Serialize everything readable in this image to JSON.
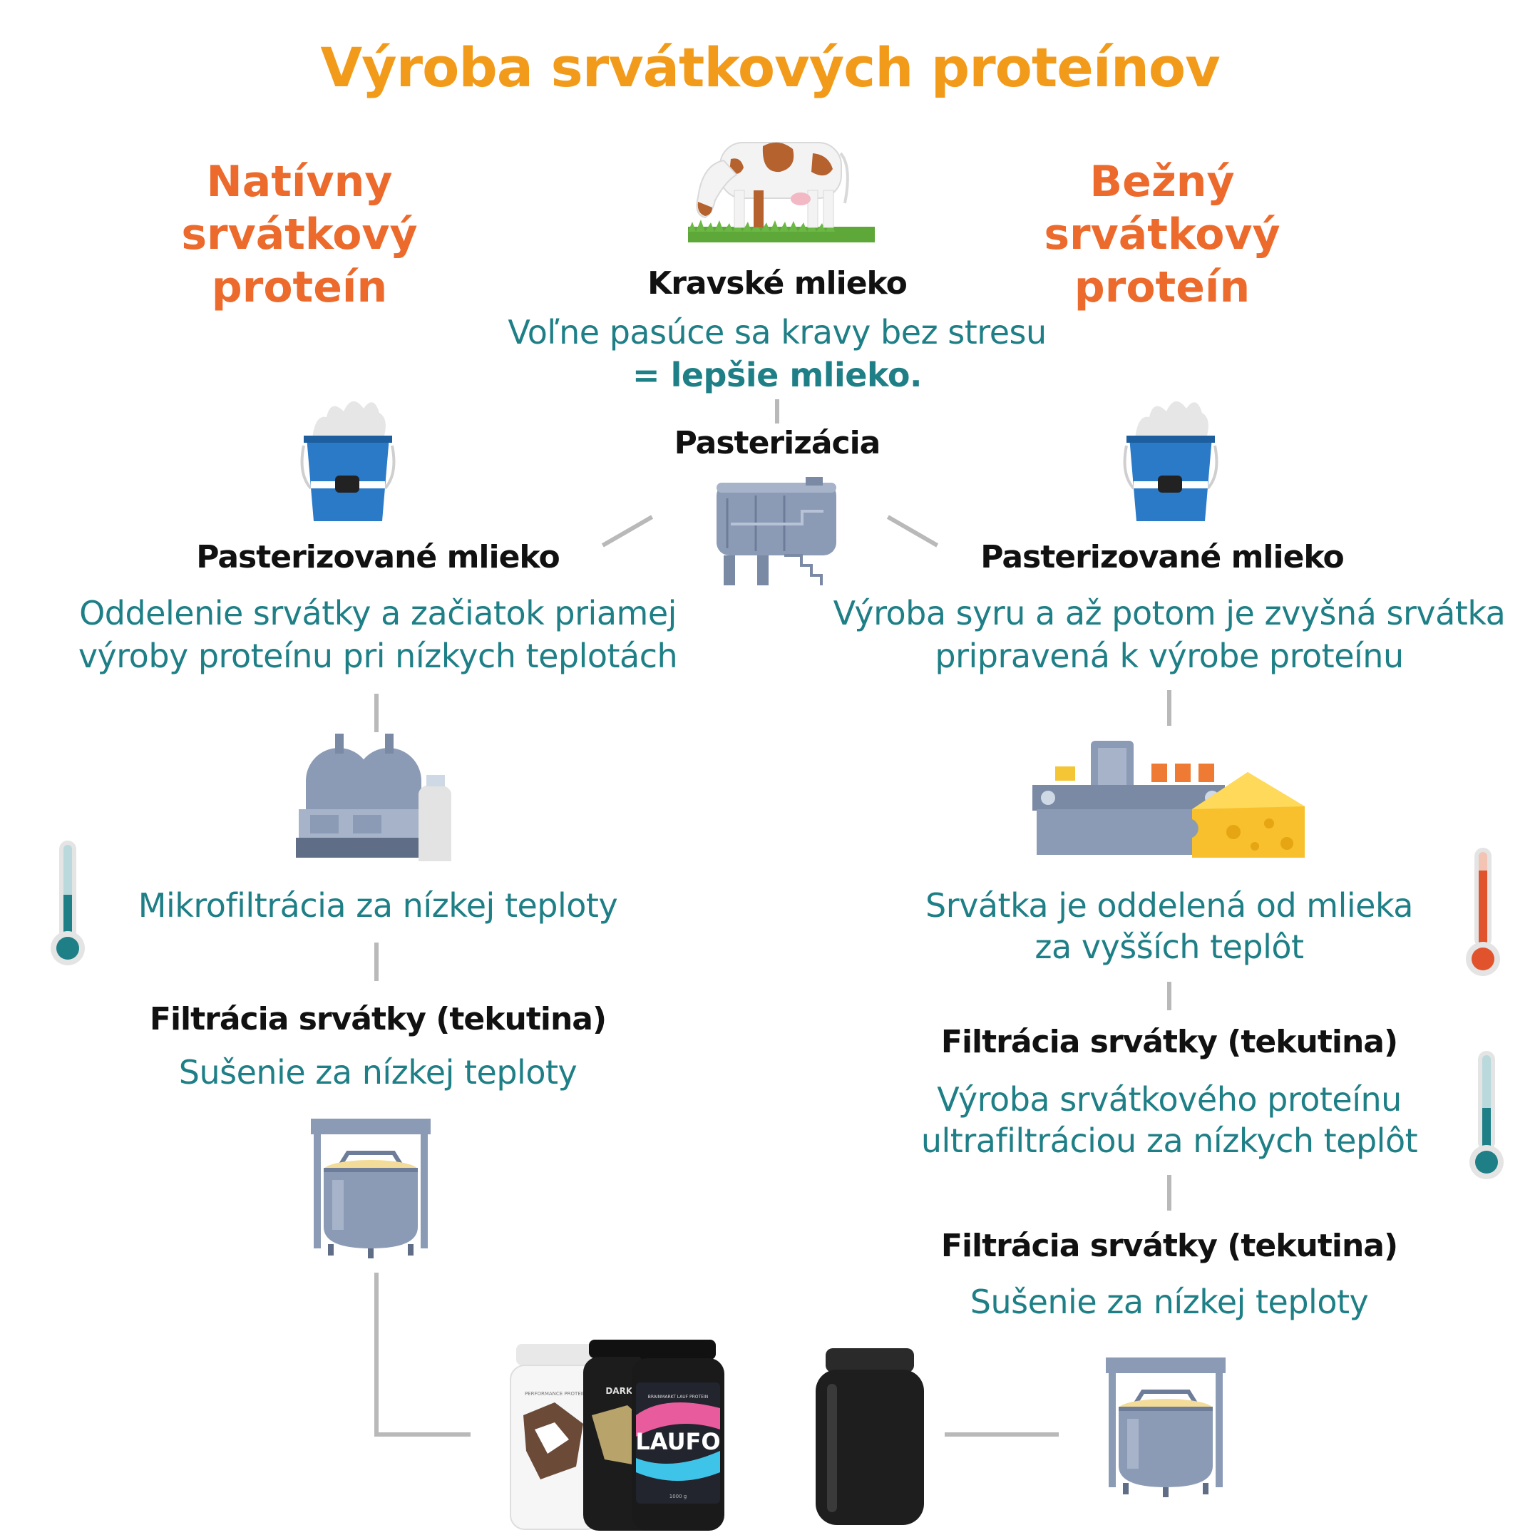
{
  "title": "Výroba srvátkových proteínov",
  "left_heading": "Natívny srvátkový proteín",
  "right_heading": "Bežný srvátkový proteín",
  "center": {
    "milk_label": "Kravské mlieko",
    "milk_desc_1": "Voľne pasúce sa kravy bez stresu",
    "milk_desc_2": "= lepšie mlieko.",
    "pasteurization": "Pasterizácia"
  },
  "left": {
    "pasteurized": "Pasterizované mlieko",
    "separation_1": "Oddelenie srvátky a začiatok priamej",
    "separation_2": "výroby proteínu pri nízkych teplotách",
    "microfiltration": "Mikrofiltrácia za nízkej teploty",
    "filtration": "Filtrácia srvátky (tekutina)",
    "drying": "Sušenie za nízkej teploty"
  },
  "right": {
    "pasteurized": "Pasterizované mlieko",
    "cheese_1": "Výroba syru a až potom je zvyšná srvátka",
    "cheese_2": "pripravená k výrobe proteínu",
    "separated_1": "Srvátka je oddelená od mlieka",
    "separated_2": "za vyšších teplôt",
    "filtration_1": "Filtrácia srvátky (tekutina)",
    "ultra_1": "Výroba srvátkového proteínu",
    "ultra_2": "ultrafiltráciou za nízkych teplôt",
    "filtration_2": "Filtrácia srvátky (tekutina)",
    "drying": "Sušenie za nízkej teploty"
  },
  "product_labels": {
    "jar1_text": "PERFORMANCE PROTEIN",
    "jar2_text": "DARK KN",
    "jar3_brand": "BRAINMARKT LAUF PROTEIN",
    "jar3_logo": "LAUFO",
    "jar3_weight": "1000 g"
  },
  "colors": {
    "title": "#f29b1b",
    "heading": "#ec6a2c",
    "teal": "#1e7f86",
    "thermo_hot": "#e0532c",
    "machine": "#8c9bb5"
  }
}
